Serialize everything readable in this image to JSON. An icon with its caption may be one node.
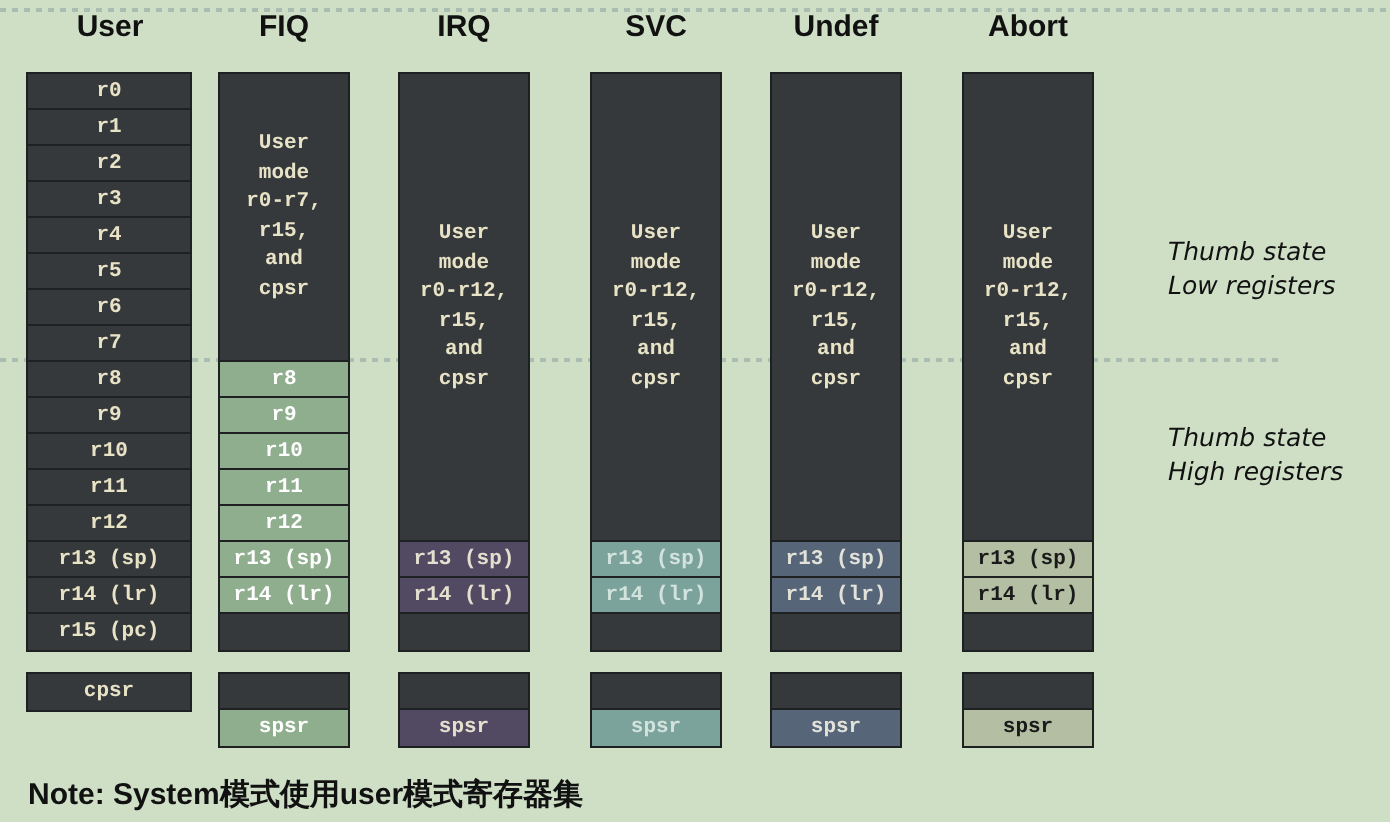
{
  "diagram": {
    "nodes": [
      {
        "text": [
          "r0"
        ]
      },
      {
        "text": [
          "r1"
        ]
      },
      {
        "text": [
          "r2"
        ]
      },
      {
        "text": [
          "r3"
        ]
      },
      {
        "text": [
          "r4"
        ]
      },
      {
        "text": [
          "r5"
        ]
      },
      {
        "text": [
          "r6"
        ]
      },
      {
        "text": [
          "r7"
        ]
      },
      {
        "text": [
          "r8"
        ]
      },
      {
        "text": [
          "r9"
        ]
      },
      {
        "text": [
          "r10"
        ]
      },
      {
        "text": [
          "r11"
        ]
      },
      {
        "text": [
          "r12"
        ]
      },
      {
        "text": [
          "r13 (sp)"
        ]
      },
      {
        "text": [
          "r14 (lr)"
        ]
      },
      {
        "text": [
          "r15 (pc)"
        ]
      },
      {
        "text": [
          "cpsr"
        ]
      },
      {
        "text": [
          "User mode r0-r7, r15, and cpsr"
        ]
      },
      {
        "text": [
          "r8"
        ]
      },
      {
        "text": [
          "r9"
        ]
      },
      {
        "text": [
          "r10"
        ]
      },
      {
        "text": [
          "r11"
        ]
      },
      {
        "text": [
          "r12"
        ]
      },
      {
        "text": [
          "r13 (sp)"
        ]
      },
      {
        "text": [
          "r14 (lr)"
        ]
      },
      {
        "text": [],
        "shape": "box"
      },
      {
        "text": [],
        "shape": "box"
      },
      {
        "text": [
          "spsr"
        ]
      },
      {
        "text": [
          "User mode r0-r12, r15, and cpsr"
        ]
      },
      {
        "text": [
          "r13 (sp)"
        ]
      },
      {
        "text": [
          "r14 (lr)"
        ]
      },
      {
        "text": [],
        "shape": "box"
      },
      {
        "text": [],
        "shape": "box"
      },
      {
        "text": [
          "spsr"
        ]
      },
      {
        "text": [
          "User mode r0-r12, r15, and cpsr"
        ]
      },
      {
        "text": [
          "r13 (sp)"
        ]
      },
      {
        "text": [
          "r14 (lr)"
        ]
      },
      {
        "text": [],
        "shape": "box"
      },
      {
        "text": [],
        "shape": "box"
      },
      {
        "text": [
          "spsr"
        ]
      },
      {
        "text": [
          "User mode r0-r12, r15, and cpsr"
        ]
      },
      {
        "text": [
          "r13 (sp)"
        ]
      },
      {
        "text": [
          "r14 (lr)"
        ]
      },
      {
        "text": [],
        "shape": "box"
      },
      {
        "text": [],
        "shape": "box"
      },
      {
        "text": [
          "spsr"
        ]
      },
      {
        "text": [
          "User mode r0-r12, r15, and cpsr"
        ]
      },
      {
        "text": [
          "r13 (sp)"
        ]
      },
      {
        "text": [
          "r14 (lr)"
        ]
      },
      {
        "text": [],
        "shape": "box"
      },
      {
        "text": [],
        "shape": "box"
      },
      {
        "text": [
          "spsr"
        ]
      }
    ],
    "labels": [
      "User",
      "FIQ",
      "IRQ",
      "SVC",
      "Undef",
      "Abort",
      "Thumb state Low registers",
      "Thumb state High registers",
      "Note: System模式使用user模式寄存器集"
    ]
  }
}
